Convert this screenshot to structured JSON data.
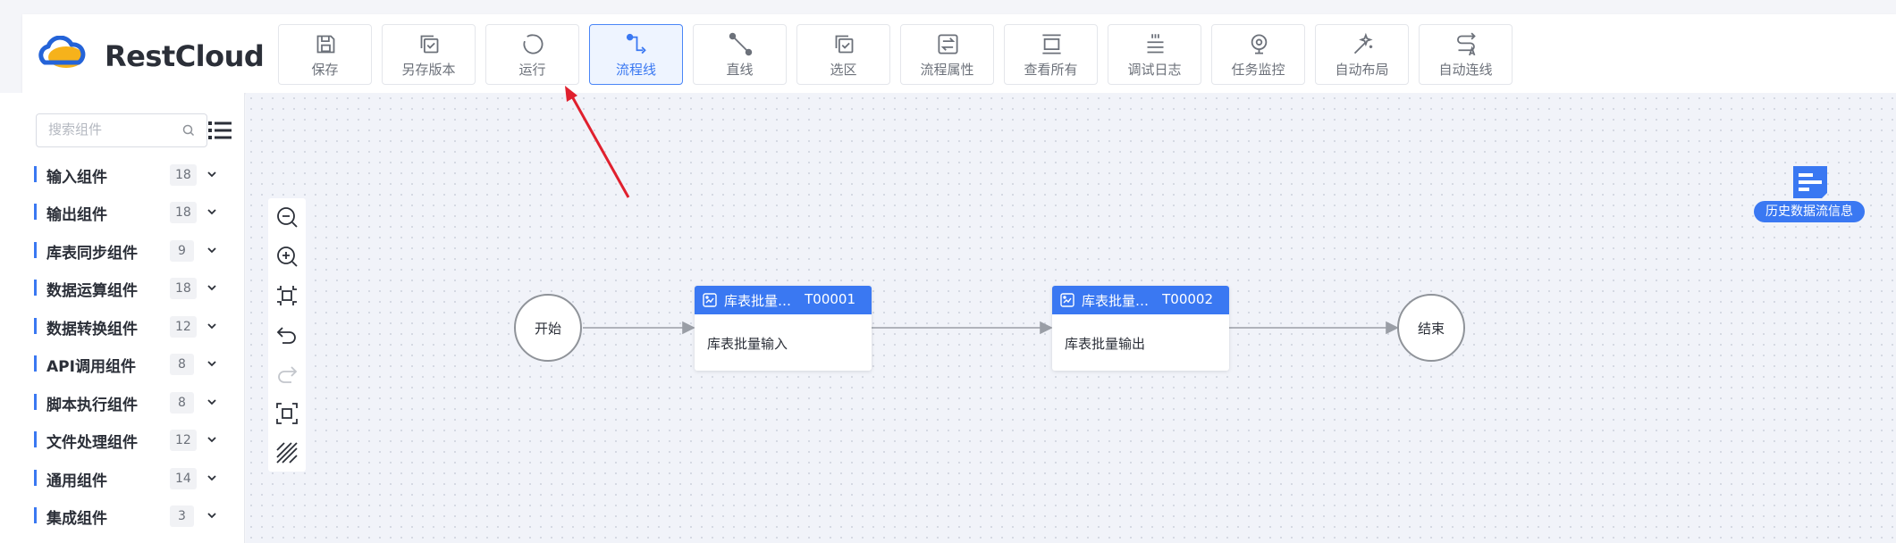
{
  "brand": {
    "name": "RestCloud"
  },
  "toolbar": [
    {
      "label": "保存",
      "icon": "save-icon"
    },
    {
      "label": "另存版本",
      "icon": "save-version-icon"
    },
    {
      "label": "运行",
      "icon": "run-icon"
    },
    {
      "label": "流程线",
      "icon": "flow-line-icon",
      "active": true
    },
    {
      "label": "直线",
      "icon": "straight-line-icon"
    },
    {
      "label": "选区",
      "icon": "selection-icon"
    },
    {
      "label": "流程属性",
      "icon": "flow-properties-icon"
    },
    {
      "label": "查看所有",
      "icon": "view-all-icon"
    },
    {
      "label": "调试日志",
      "icon": "debug-log-icon"
    },
    {
      "label": "任务监控",
      "icon": "task-monitor-icon"
    },
    {
      "label": "自动布局",
      "icon": "auto-layout-icon"
    },
    {
      "label": "自动连线",
      "icon": "auto-connect-icon"
    }
  ],
  "sidebar": {
    "search_placeholder": "搜索组件",
    "categories": [
      {
        "name": "输入组件",
        "count": "18"
      },
      {
        "name": "输出组件",
        "count": "18"
      },
      {
        "name": "库表同步组件",
        "count": "9"
      },
      {
        "name": "数据运算组件",
        "count": "18"
      },
      {
        "name": "数据转换组件",
        "count": "12"
      },
      {
        "name": "API调用组件",
        "count": "8"
      },
      {
        "name": "脚本执行组件",
        "count": "8"
      },
      {
        "name": "文件处理组件",
        "count": "12"
      },
      {
        "name": "通用组件",
        "count": "14"
      },
      {
        "name": "集成组件",
        "count": "3"
      }
    ]
  },
  "canvas": {
    "start_label": "开始",
    "end_label": "结束",
    "nodes": [
      {
        "title": "库表批量…",
        "code": "T00001",
        "body": "库表批量输入"
      },
      {
        "title": "库表批量…",
        "code": "T00002",
        "body": "库表批量输出"
      }
    ],
    "history_label": "历史数据流信息"
  },
  "colors": {
    "accent": "#3a78f2",
    "annotation": "#e0202e"
  }
}
